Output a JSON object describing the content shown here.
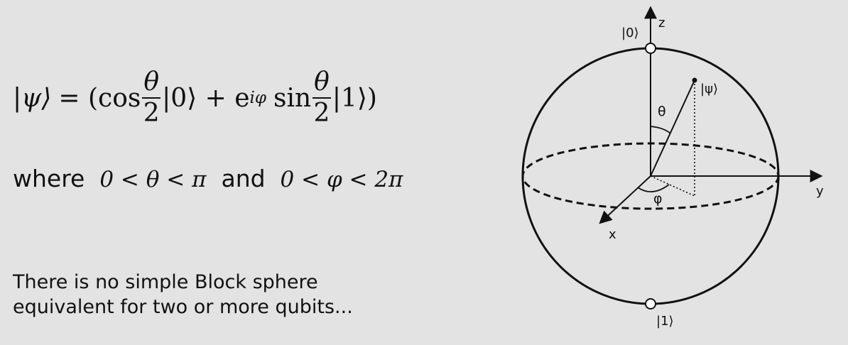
{
  "formula": {
    "ket_psi": "|ψ⟩",
    "equals": "= (cos",
    "theta": "θ",
    "two": "2",
    "ket0_plus": "|0⟩ + e",
    "exponent": "iφ",
    "sin": "sin",
    "ket1_close": "|1⟩)"
  },
  "conditions": {
    "where": "where",
    "theta_range": "0 < θ < π",
    "and": "and",
    "phi_range": "0 < φ < 2π"
  },
  "note": {
    "line1": "There is no simple Block sphere",
    "line2": "equivalent for two or more qubits..."
  },
  "bloch_sphere": {
    "z_label": "z",
    "y_label": "y",
    "x_label": "x",
    "ket0_label": "|0⟩",
    "ket1_label": "|1⟩",
    "psi_label": "|ψ⟩",
    "theta_label": "θ",
    "phi_label": "φ"
  }
}
